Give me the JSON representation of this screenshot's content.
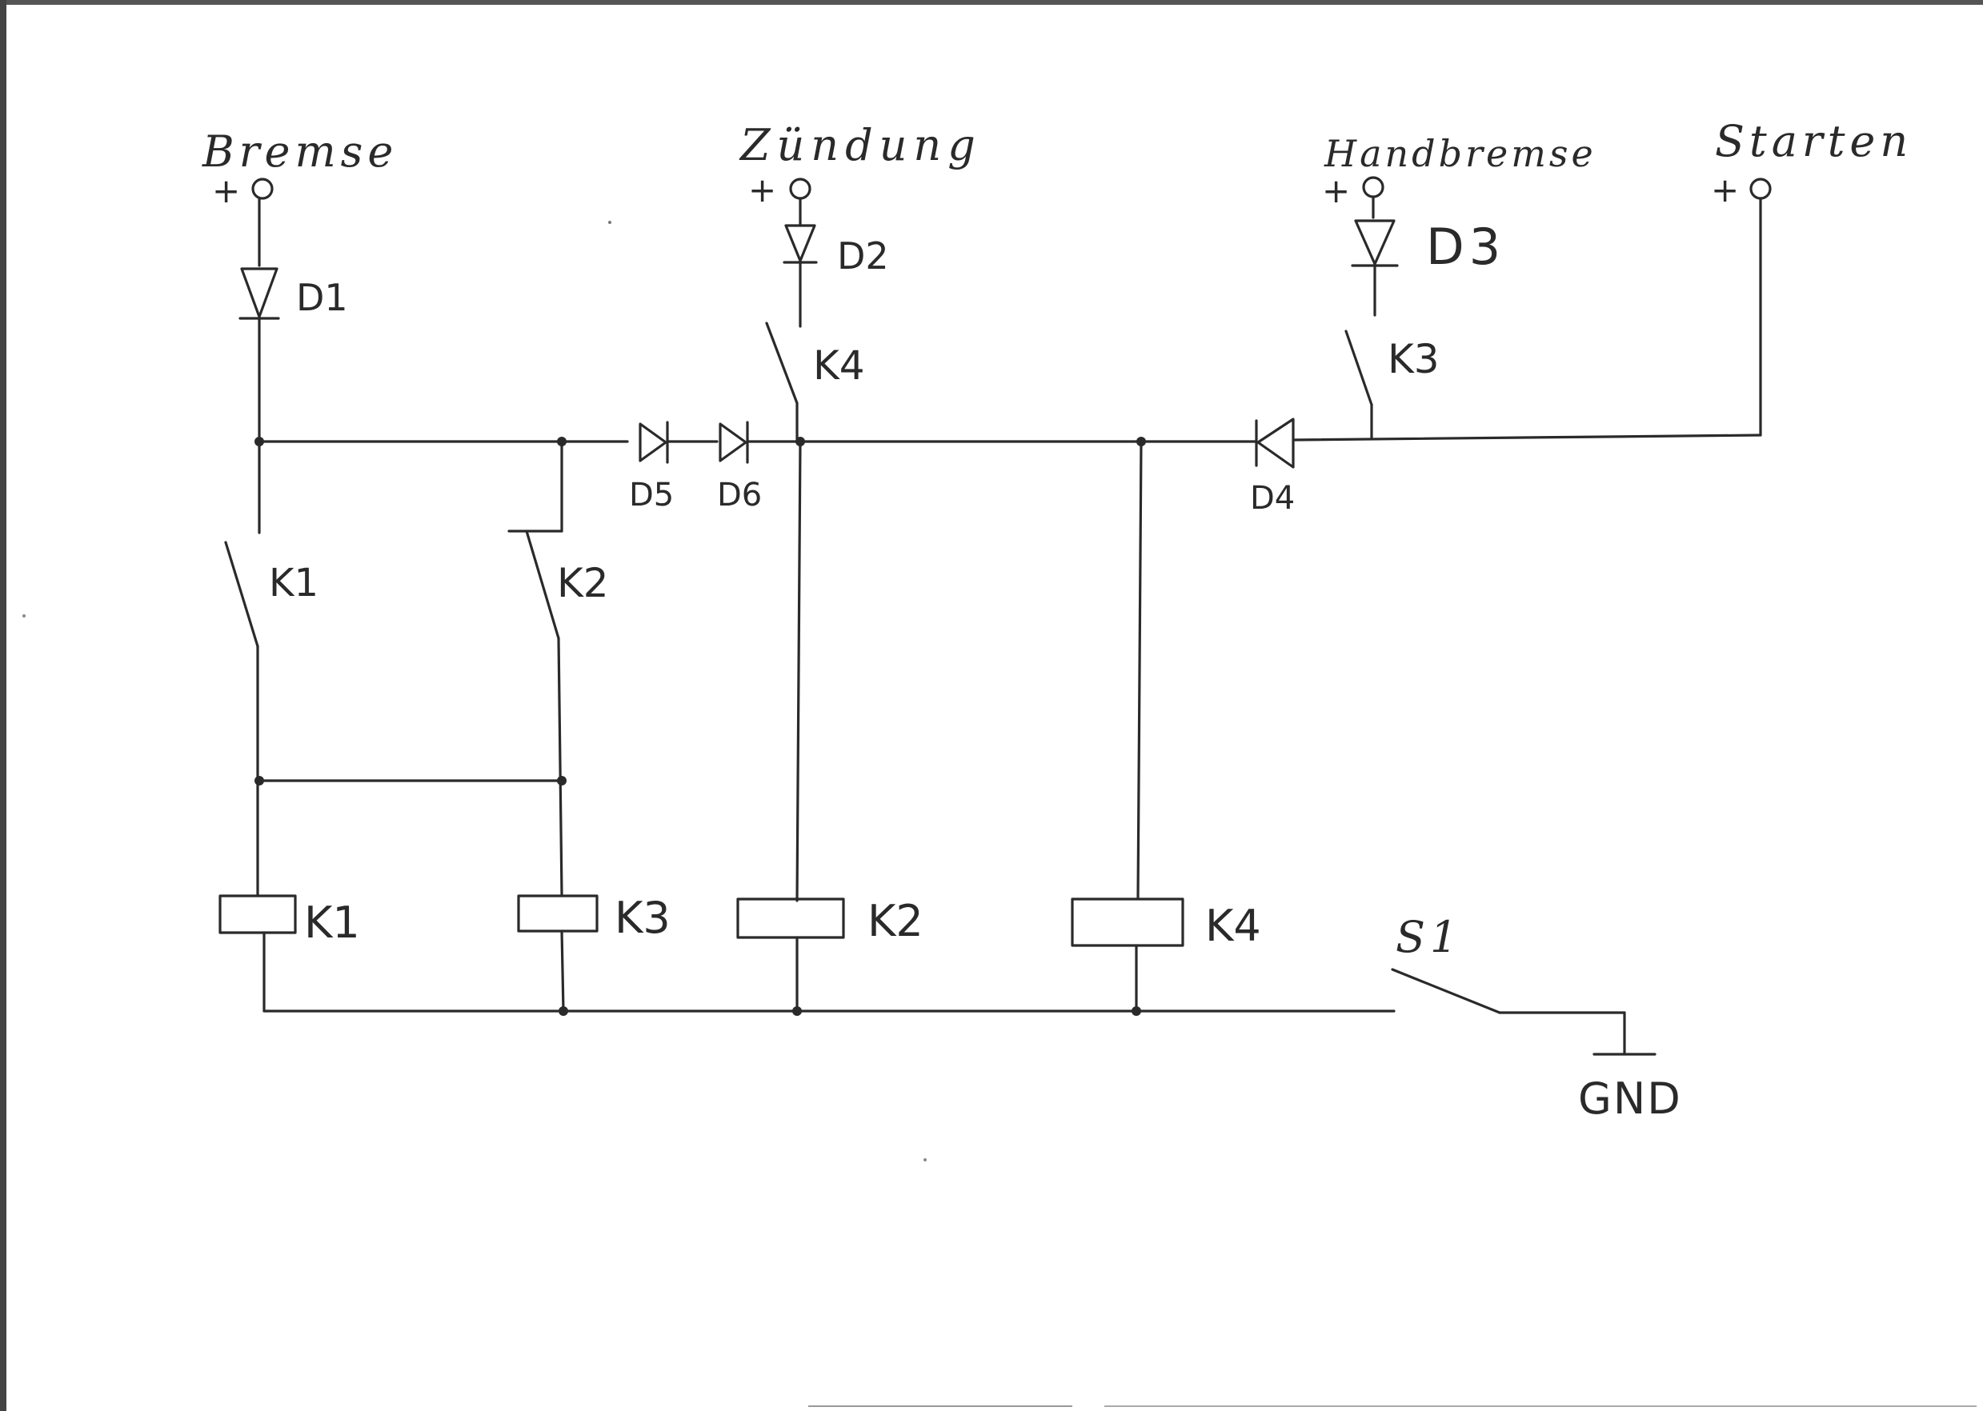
{
  "inputs": {
    "bremse": "Bremse",
    "zuendung": "Zündung",
    "handbremse": "Handbremse",
    "starten": "Starten",
    "plus": "+"
  },
  "diodes": {
    "d1": "D1",
    "d2": "D2",
    "d3": "D3",
    "d4": "D4",
    "d5": "D5",
    "d6": "D6"
  },
  "contacts": {
    "k1": "K1",
    "k2": "K2",
    "k3": "K3",
    "k4": "K4"
  },
  "coils": {
    "k1": "K1",
    "k3": "K3",
    "k2": "K2",
    "k4": "K4"
  },
  "switch": {
    "s1": "S1"
  },
  "ground": {
    "gnd": "GND"
  }
}
